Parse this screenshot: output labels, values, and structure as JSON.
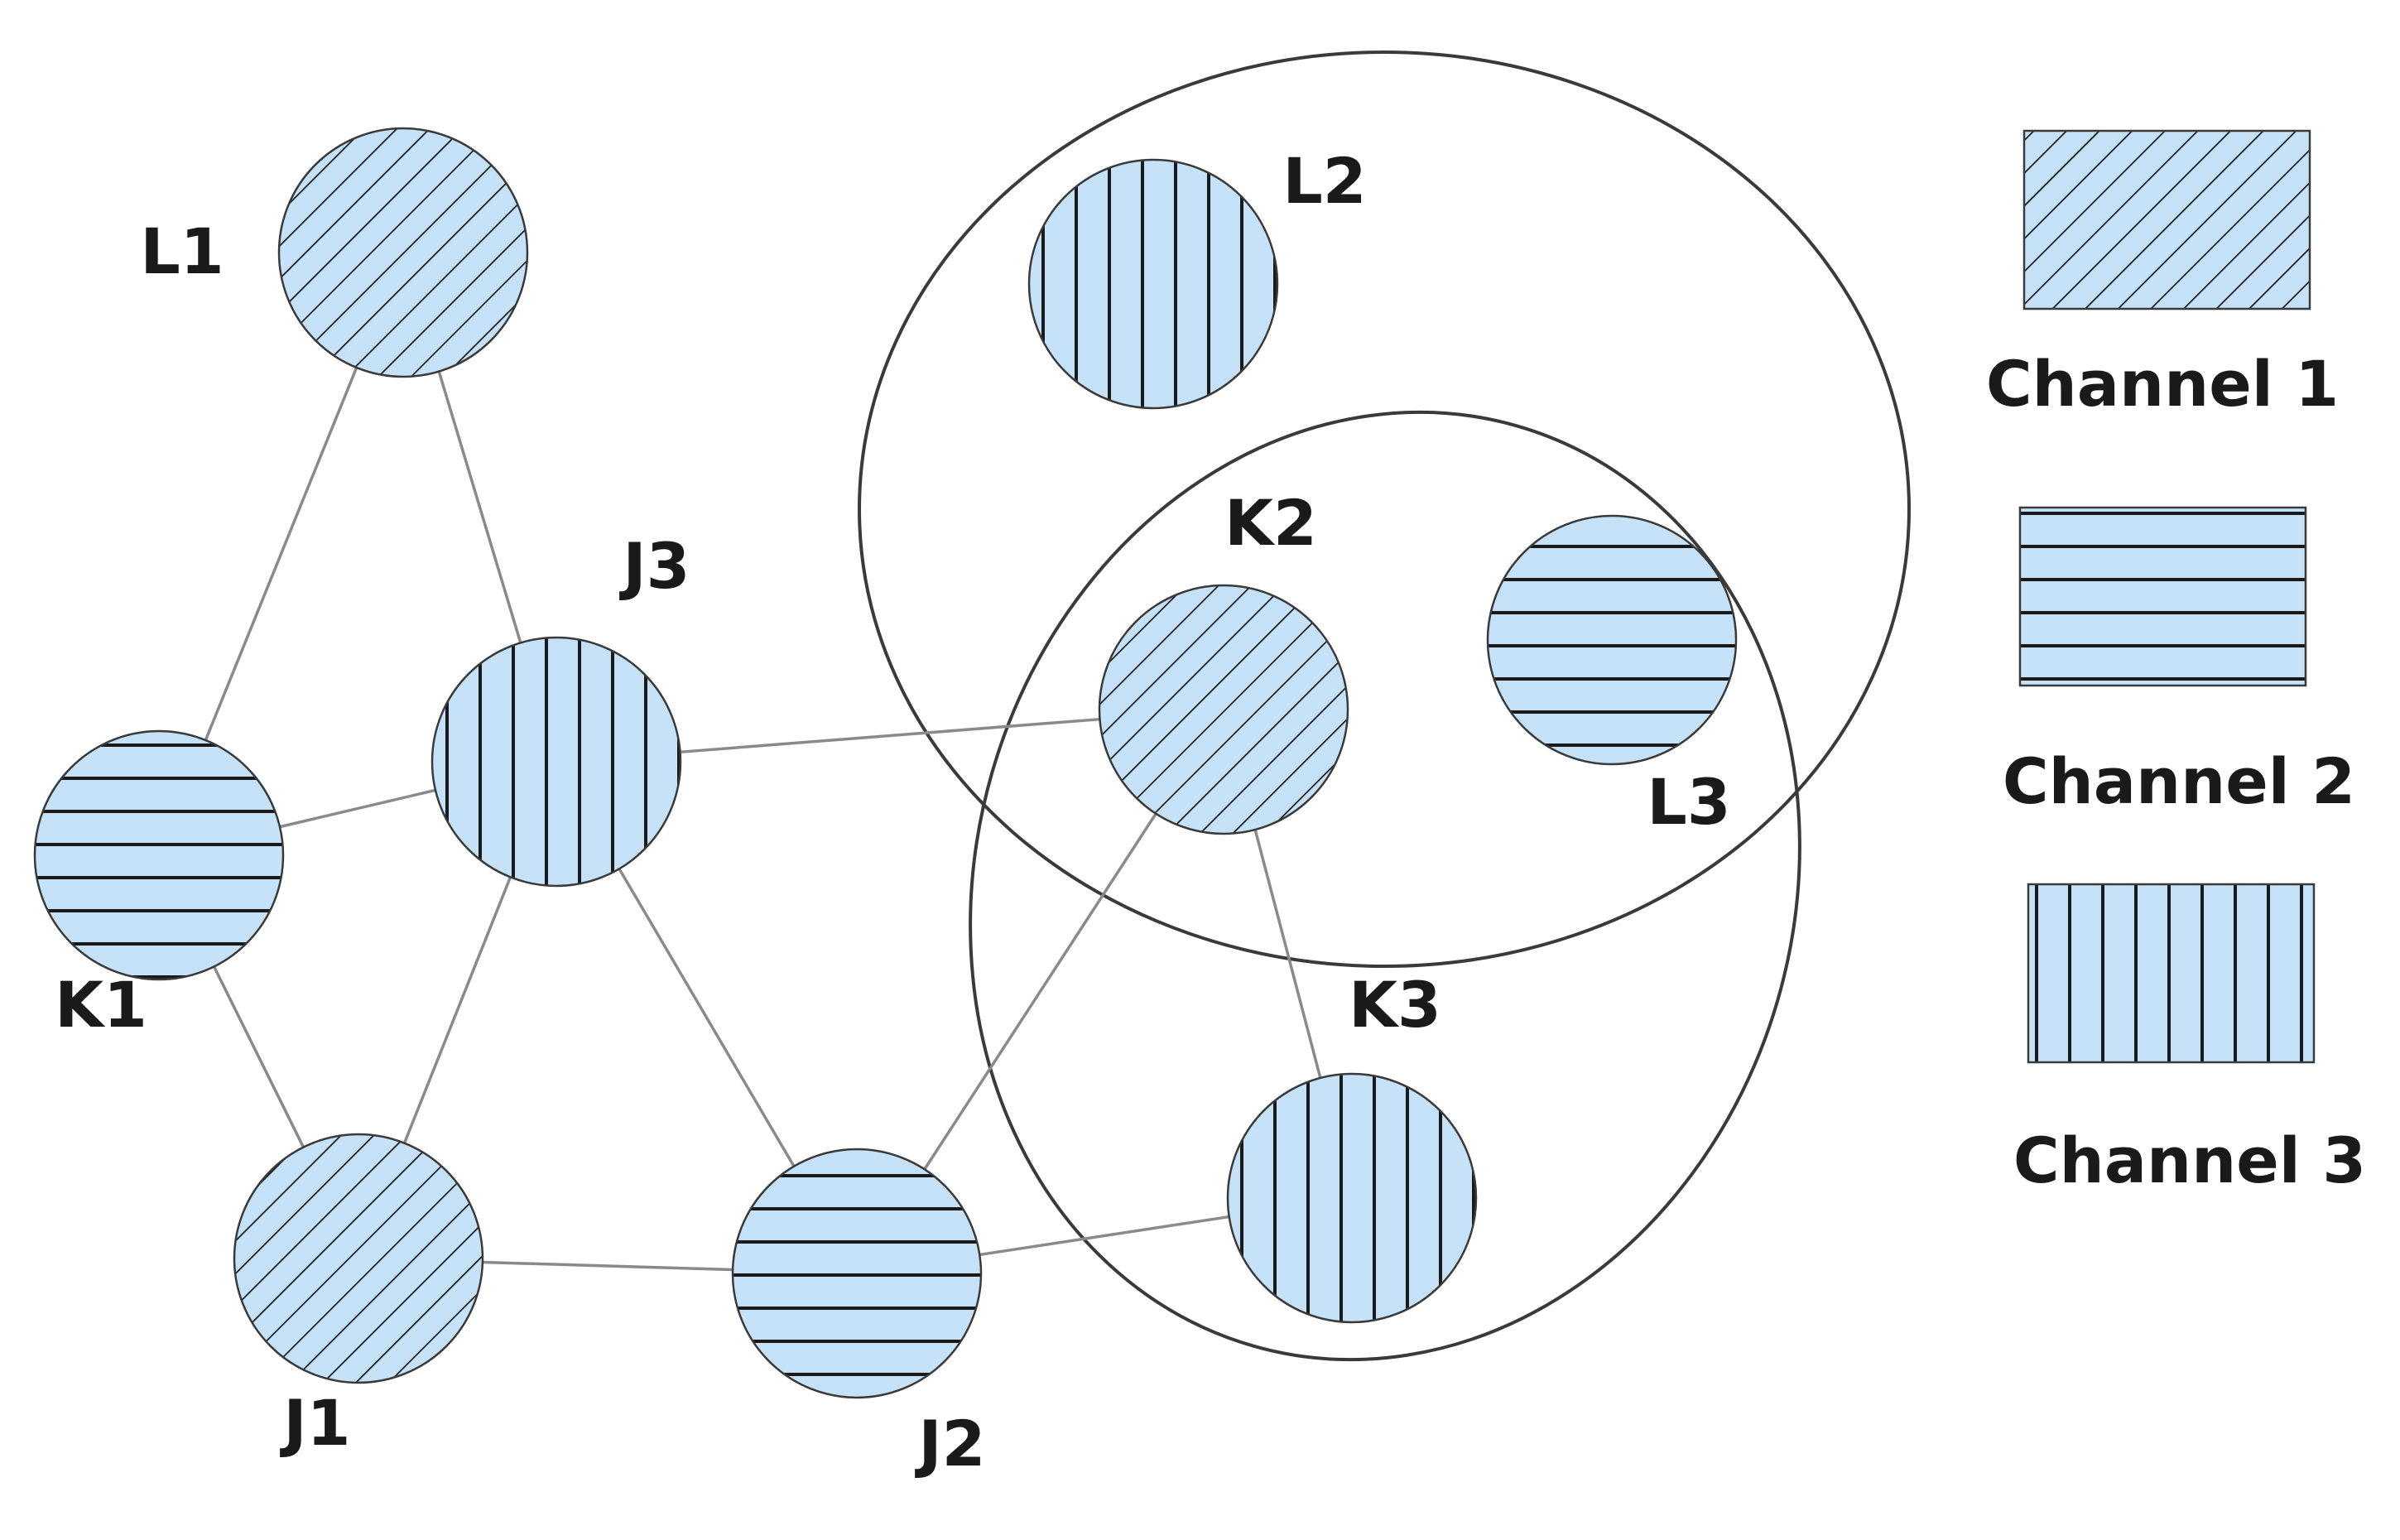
{
  "colors": {
    "node_fill": "#c6e2f8",
    "hatch_line": "#1a1a1a",
    "edge": "#8a8a8a",
    "region_outline": "#3a3a3a",
    "text": "#1a1a1a"
  },
  "nodes": [
    {
      "id": "L1",
      "label": "L1",
      "channel": "1"
    },
    {
      "id": "L2",
      "label": "L2",
      "channel": "3"
    },
    {
      "id": "L3",
      "label": "L3",
      "channel": "2"
    },
    {
      "id": "K1",
      "label": "K1",
      "channel": "2"
    },
    {
      "id": "K2",
      "label": "K2",
      "channel": "1"
    },
    {
      "id": "K3",
      "label": "K3",
      "channel": "3"
    },
    {
      "id": "J1",
      "label": "J1",
      "channel": "1"
    },
    {
      "id": "J2",
      "label": "J2",
      "channel": "2"
    },
    {
      "id": "J3",
      "label": "J3",
      "channel": "3"
    }
  ],
  "edges": [
    [
      "L1",
      "K1"
    ],
    [
      "L1",
      "J3"
    ],
    [
      "K1",
      "J3"
    ],
    [
      "K1",
      "J1"
    ],
    [
      "J3",
      "J1"
    ],
    [
      "J3",
      "J2"
    ],
    [
      "J3",
      "K2"
    ],
    [
      "J1",
      "J2"
    ],
    [
      "J2",
      "K2"
    ],
    [
      "J2",
      "K3"
    ],
    [
      "K2",
      "K3"
    ]
  ],
  "legend": [
    {
      "channel": "1",
      "label": "Channel 1"
    },
    {
      "channel": "2",
      "label": "Channel 2"
    },
    {
      "channel": "3",
      "label": "Channel 3"
    }
  ]
}
